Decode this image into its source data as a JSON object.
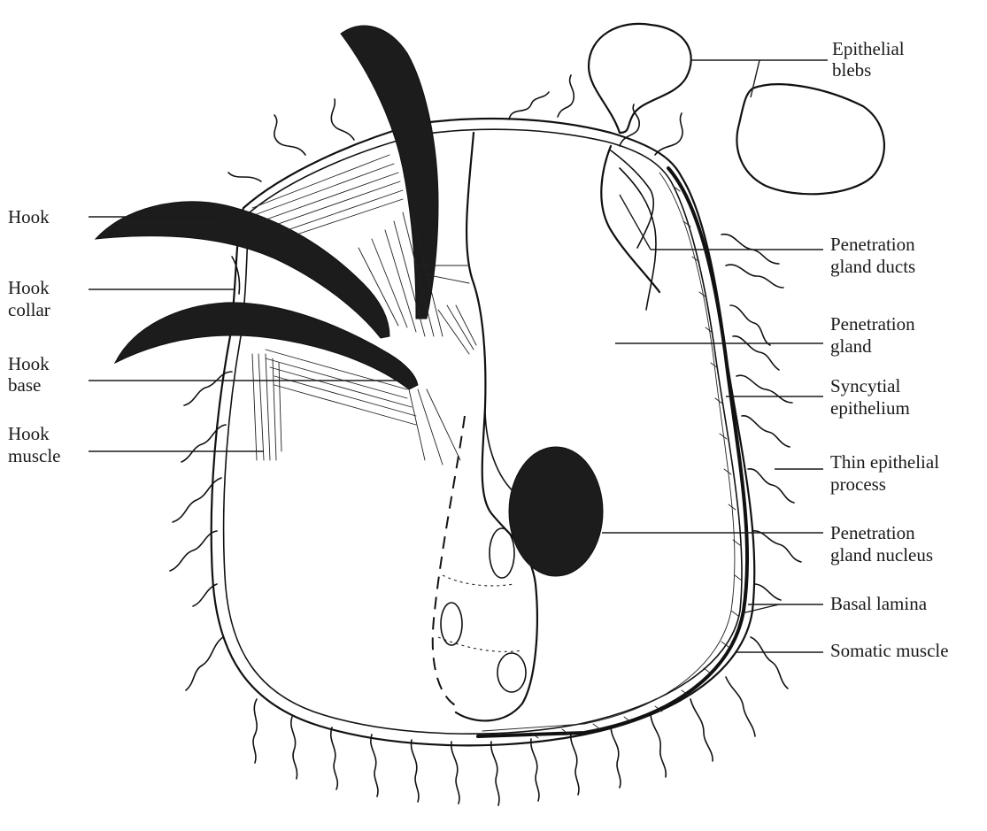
{
  "labels": {
    "epithelial_blebs": [
      "Epithelial",
      "blebs"
    ],
    "hook": [
      "Hook"
    ],
    "hook_collar": [
      "Hook",
      "collar"
    ],
    "hook_base": [
      "Hook",
      "base"
    ],
    "hook_muscle": [
      "Hook",
      "muscle"
    ],
    "penetration_gland_ducts": [
      "Penetration",
      "gland ducts"
    ],
    "penetration_gland": [
      "Penetration",
      "gland"
    ],
    "syncytial_epithelium": [
      "Syncytial",
      "epithelium"
    ],
    "thin_epithelial_process": [
      "Thin epithelial",
      "process"
    ],
    "penetration_gland_nucleus": [
      "Penetration",
      "gland nucleus"
    ],
    "basal_lamina": [
      "Basal lamina"
    ],
    "somatic_muscle": [
      "Somatic muscle"
    ]
  }
}
